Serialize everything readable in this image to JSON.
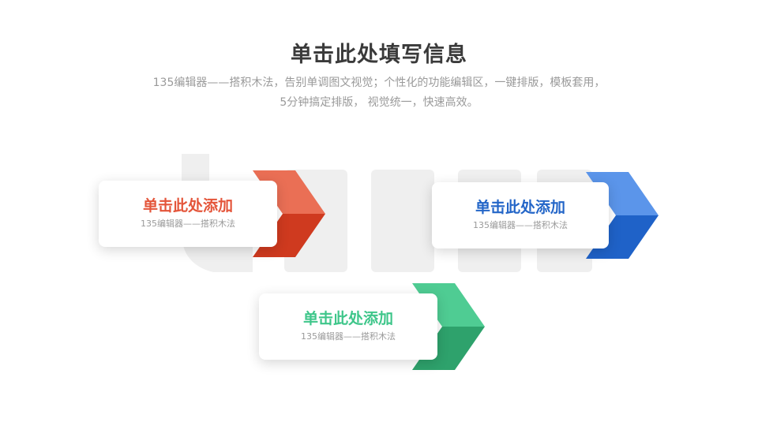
{
  "header": {
    "title": "单击此处填写信息",
    "subtitle_line1": "135编辑器——搭积木法，告别单调图文视觉；个性化的功能编辑区，一键排版，模板套用，",
    "subtitle_line2": "5分钟搞定排版， 视觉统一，快速高效。"
  },
  "items": [
    {
      "title": "单击此处添加",
      "subtitle": "135编辑器——搭积木法",
      "color": "#e4553a",
      "dark": "#cc3a1e"
    },
    {
      "title": "单击此处添加",
      "subtitle": "135编辑器——搭积木法",
      "color": "#3479e0",
      "dark": "#1f62c8"
    },
    {
      "title": "单击此处添加",
      "subtitle": "135编辑器——搭积木法",
      "color": "#3ec68a",
      "dark": "#2aa36d"
    }
  ]
}
